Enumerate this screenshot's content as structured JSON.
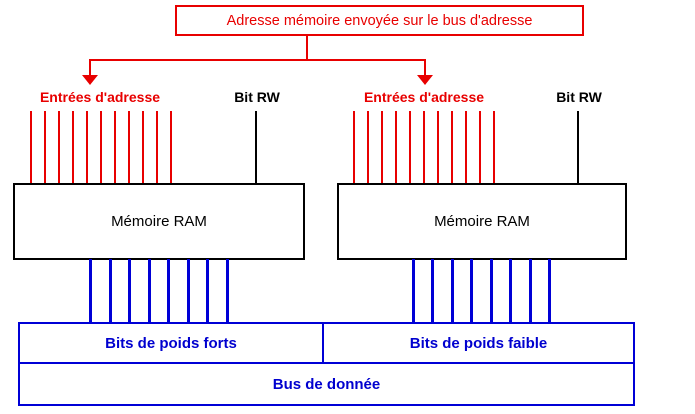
{
  "colors": {
    "red": "#e80000",
    "blue": "#0000d6",
    "black": "#000000",
    "background": "#ffffff"
  },
  "top_banner": {
    "label": "Adresse mémoire envoyée sur le bus d'adresse"
  },
  "modules": [
    {
      "address_label": "Entrées d'adresse",
      "rw_label": "Bit RW",
      "ram_label": "Mémoire RAM",
      "data_cell_label": "Bits de poids forts",
      "address_line_count": 11,
      "data_line_count": 8
    },
    {
      "address_label": "Entrées d'adresse",
      "rw_label": "Bit RW",
      "ram_label": "Mémoire RAM",
      "data_cell_label": "Bits de poids faible",
      "address_line_count": 11,
      "data_line_count": 8
    }
  ],
  "data_bus": {
    "label": "Bus de donnée"
  }
}
